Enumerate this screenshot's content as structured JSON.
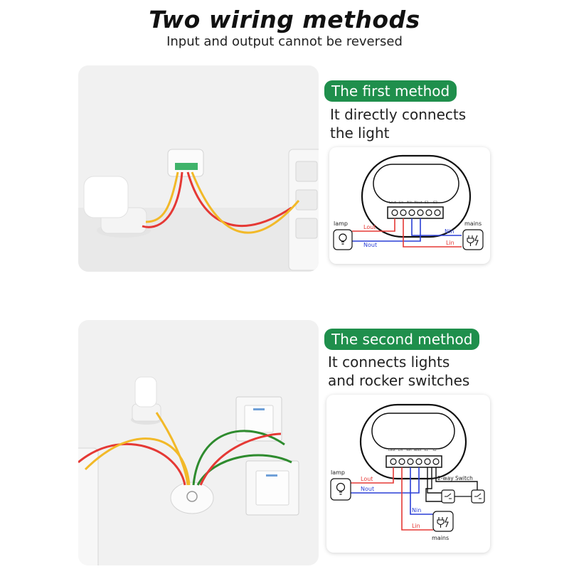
{
  "header": {
    "title": "Two wiring methods",
    "subtitle": "Input and output cannot be reversed"
  },
  "method1": {
    "badge": "The first method",
    "desc_line1": "It directly connects",
    "desc_line2": "the light",
    "diagram": {
      "terminals": [
        "Lout",
        "Lin",
        "Nin",
        "Nout",
        "S1",
        "S2"
      ],
      "lamp_label": "lamp",
      "mains_label": "mains",
      "wires": [
        "Lout",
        "Nout",
        "Nin",
        "Lin"
      ]
    }
  },
  "method2": {
    "badge": "The second method",
    "desc_line1": "It connects lights",
    "desc_line2": "and rocker switches",
    "diagram": {
      "terminals": [
        "Lout",
        "Lin",
        "Nin",
        "Nout",
        "S1",
        "S2"
      ],
      "lamp_label": "lamp",
      "mains_label": "mains",
      "switch_label": "2-way Switch",
      "wires": [
        "Lout",
        "Nout",
        "Nin",
        "Lin"
      ]
    }
  },
  "colors": {
    "badge_green": "#1f8f4c",
    "wire_red": "#e53935",
    "wire_blue": "#2a3fd6",
    "wire_yellow": "#f2b928",
    "wire_green": "#2e8b2e"
  }
}
